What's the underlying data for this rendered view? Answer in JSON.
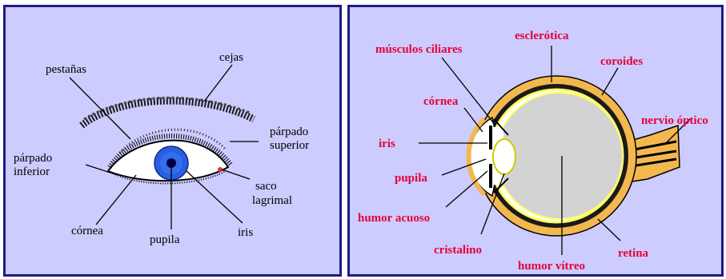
{
  "external_eye": {
    "labels": {
      "cejas": "cejas",
      "pestanas": "pestañas",
      "parpado_superior_1": "párpado",
      "parpado_superior_2": "superior",
      "parpado_inferior_1": "párpado",
      "parpado_inferior_2": "inferior",
      "saco_lagrimal_1": "saco",
      "saco_lagrimal_2": "lagrimal",
      "cornea": "córnea",
      "pupila": "pupila",
      "iris": "iris"
    },
    "colors": {
      "iris": "#2a5ee0",
      "pupil": "#00004a",
      "brow": "#111111"
    }
  },
  "eye_section": {
    "labels": {
      "esclerotica": "esclerótica",
      "musculos_ciliares": "músculos ciliares",
      "coroides": "coroides",
      "cornea": "córnea",
      "nervio_optico": "nervio óptico",
      "iris": "iris",
      "pupila": "pupila",
      "humor_acuoso": "humor acuoso",
      "cristalino": "cristalino",
      "retina": "retina",
      "humor_vitreo": "humor vítreo"
    },
    "colors": {
      "sclera": "#f2b84e",
      "vitreous": "#d3d3d3",
      "retina": "#ffff66",
      "label": "#e8003a"
    }
  }
}
